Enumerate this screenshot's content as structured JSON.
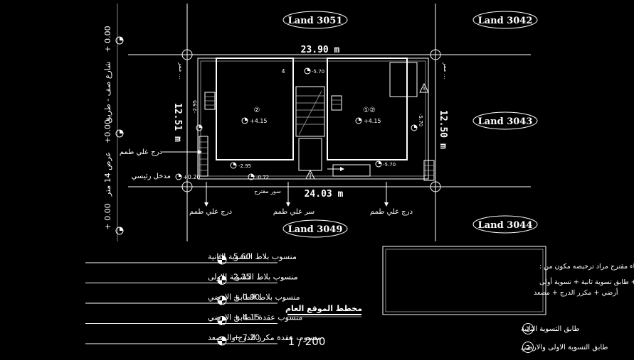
{
  "lands": {
    "top_center": "Land 3051",
    "top_right": "Land 3042",
    "right_mid": "Land 3043",
    "bottom_center": "Land 3049",
    "bottom_right": "Land 3044"
  },
  "dimensions": {
    "top": "23.90  m",
    "bottom": "24.03  m",
    "left": "12.51  m",
    "right": "12.50  m"
  },
  "left_street": {
    "level_top": "+ 0.00",
    "label_top": "شارع صف - طريق",
    "level_mid": "+0.00",
    "label_mid": "عرض 14 متر",
    "level_bottom": "+ 0.00"
  },
  "right_street_label": "ممر ...",
  "left_labels": {
    "stair_up": "درج علي طمم",
    "main_entrance": "مدخل رئيسي",
    "level_entrance": "+0.20"
  },
  "bottom_labels": {
    "stair_left": "درج علي طمم",
    "stair_mid": "سر علي طمم",
    "stair_right": "درج علي طمم",
    "fence": "سور مقترح"
  },
  "spot_levels": {
    "room_left": "+4.15",
    "room_right": "+4.15",
    "top_small": "-5.70",
    "right_side": "-5.70",
    "bottom_right": "-5.70",
    "left_side": "-2.95",
    "bottom_mid": "-2.95",
    "entrance": "-0.72"
  },
  "room_marks": {
    "room_left": "②",
    "room_right": "①②",
    "stair_number": "4"
  },
  "level_table": [
    {
      "label": "منسوب بلاط التسوية الثانية",
      "value": "5.60"
    },
    {
      "label": "منسوب بلاط التسوية الاولى",
      "value": "2.35"
    },
    {
      "label": "منسوب بلاط الطابق الارضي",
      "value": "+ 0.90"
    },
    {
      "label": "منسوب عقدة الطابق الارضي",
      "value": "+ 4.15"
    },
    {
      "label": "منسوب عقدة مكرر الدرج والمصعد",
      "value": "+ 7.20"
    }
  ],
  "plan_title": "مخطط الموقع العام",
  "scale": "1  /  200",
  "note": {
    "line1": "البناء مقترح مراد ترخيصه مكون من :",
    "line2": "+ طابق تسوية ثانية + تسوية أولى",
    "line3": "أرضي + مكرر الدرج + مصعد"
  },
  "legend": [
    {
      "number": "1",
      "text": "طابق التسوية الثانية"
    },
    {
      "number": "2",
      "text": "طابق التسوية الاولى والارضي"
    }
  ]
}
